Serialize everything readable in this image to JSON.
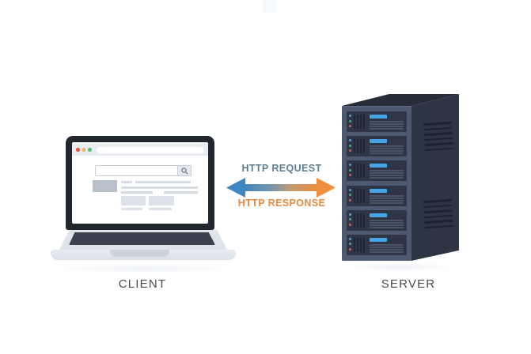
{
  "labels": {
    "client": "CLIENT",
    "server": "SERVER",
    "http_request": "HTTP REQUEST",
    "http_response": "HTTP RESPONSE"
  },
  "client_device": {
    "type": "laptop",
    "browser_traffic_lights": [
      "red",
      "amber",
      "green"
    ],
    "search_icon": "magnifier"
  },
  "server_device": {
    "type": "server-tower",
    "unit_count": 6,
    "leds_per_unit": [
      "blue",
      "green",
      "red"
    ]
  },
  "colors": {
    "request_text": "#5b7d8f",
    "response_text": "#e8893f",
    "arrow_blue": "#3e87c0",
    "arrow_orange": "#ee8d3b",
    "device_label": "#4b4b4b",
    "laptop_frame": "#21262f",
    "laptop_base": "#dfe4ea",
    "keyboard": "#3a414f",
    "server_top": "#272c39",
    "server_side": "#2d3443",
    "server_front": "#4d5971",
    "server_unit": "#2d3547",
    "server_accent": "#46a6e4",
    "led_blue": "#4da3e0",
    "led_green": "#46b07c",
    "led_red": "#d95b4a",
    "dot_red": "#e2574c",
    "dot_amber": "#e9b64e",
    "dot_green": "#57c07d"
  }
}
